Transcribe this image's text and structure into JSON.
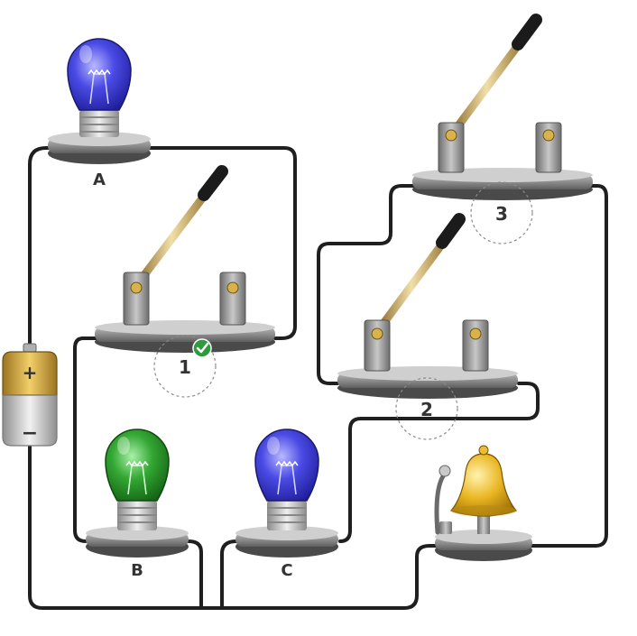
{
  "labels": {
    "bulb_a": "A",
    "bulb_b": "B",
    "bulb_c": "C",
    "switch_1": "1",
    "switch_2": "2",
    "switch_3": "3",
    "battery_plus": "+",
    "battery_minus": "−"
  },
  "bulb_colors": {
    "a": "#3b3bd6",
    "b": "#2e9a2e",
    "c": "#3b3bd6"
  },
  "switch_states": {
    "switch_1": "open",
    "switch_2": "open",
    "switch_3": "open"
  },
  "marked": {
    "switch_1": "check-icon"
  }
}
